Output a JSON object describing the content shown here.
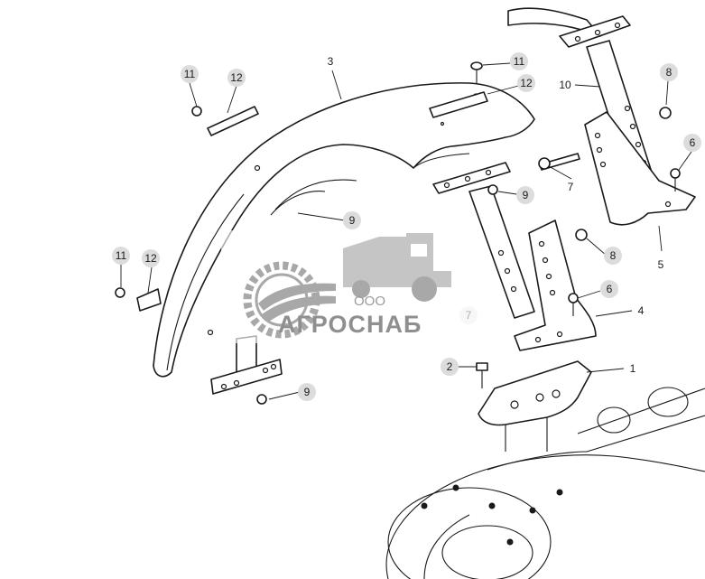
{
  "diagram": {
    "callouts": [
      "11",
      "12",
      "3",
      "11",
      "12",
      "8",
      "10",
      "6",
      "7",
      "9",
      "9",
      "11",
      "12",
      "8",
      "5",
      "6",
      "4",
      "7",
      "2",
      "1",
      "9"
    ]
  },
  "watermark": {
    "prefix": "ООО",
    "name": "АГРОСНАБ"
  },
  "colors": {
    "line": "#1a1a1a",
    "callout_background": "#dcdcdc",
    "watermark": "#7c7c7c"
  }
}
